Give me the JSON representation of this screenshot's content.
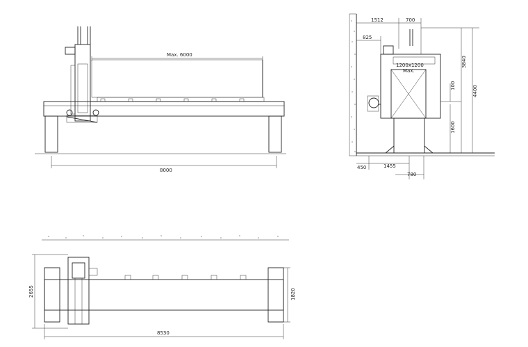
{
  "front_view": {
    "max_travel_label": "Max. 6000",
    "overall_length_label": "8000"
  },
  "side_view": {
    "dim_1512": "1512",
    "dim_700": "700",
    "dim_825": "825",
    "panel_size_label": "1200x1200",
    "panel_max_label": "Max.",
    "dim_3840": "3840",
    "dim_4400": "4400",
    "dim_100": "100",
    "dim_1600": "1600",
    "dim_450": "450",
    "dim_1455": "1455",
    "dim_780": "780"
  },
  "top_view": {
    "dim_2655": "2655",
    "dim_1820": "1820",
    "overall_length_label": "8530"
  },
  "colors": {
    "line": "#222222",
    "ground_hatch": "#888888",
    "background": "#ffffff"
  }
}
